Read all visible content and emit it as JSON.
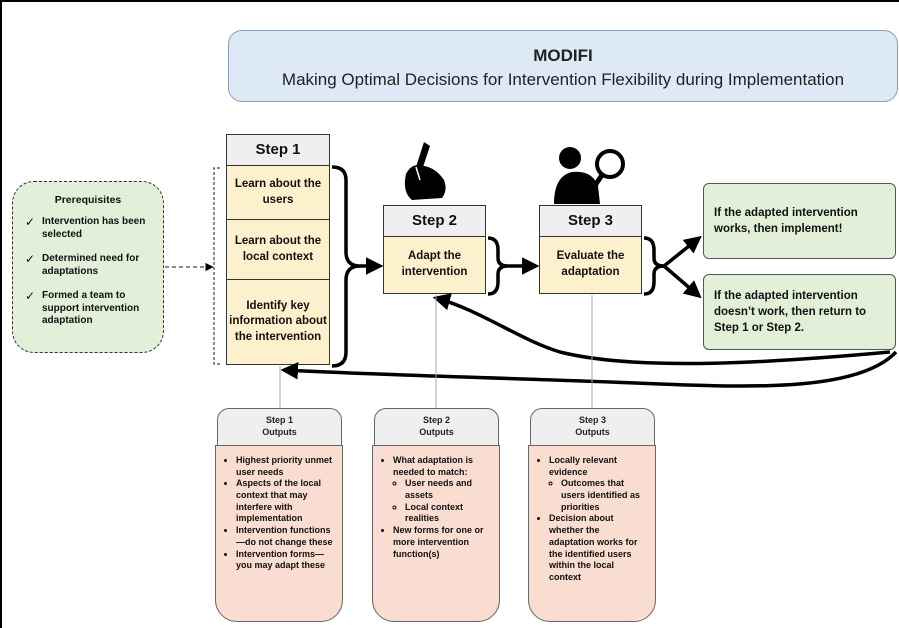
{
  "title": {
    "acronym": "MODIFI",
    "subtitle": "Making Optimal Decisions for Intervention  Flexibility during Implementation"
  },
  "prerequisites": {
    "title": "Prerequisites",
    "items": [
      "Intervention has been selected",
      "Determined need for adaptations",
      "Formed a team to support intervention adaptation"
    ]
  },
  "steps": [
    {
      "label": "Step 1",
      "body": [
        "Learn about the users",
        "Learn about the local context",
        "Identify key information about the intervention"
      ]
    },
    {
      "label": "Step 2",
      "body": [
        "Adapt the intervention"
      ]
    },
    {
      "label": "Step 3",
      "body": [
        "Evaluate the adaptation"
      ]
    }
  ],
  "outcomes": {
    "works": "If the adapted intervention works, then implement!",
    "not_works": "If the adapted intervention doesn’t work, then return to Step 1 or Step 2."
  },
  "outputs": [
    {
      "title": "Step 1\nOutputs",
      "items": [
        {
          "text": "Highest priority unmet user needs"
        },
        {
          "text": "Aspects of the local context that may interfere with implementation"
        },
        {
          "text": "Intervention functions—do not change these"
        },
        {
          "text": "Intervention forms—you may adapt these"
        }
      ]
    },
    {
      "title": "Step 2\nOutputs",
      "items": [
        {
          "text": "What adaptation is needed to match:",
          "sub": [
            "User needs and assets",
            "Local context realities"
          ]
        },
        {
          "text": "New forms for one or more intervention function(s)"
        }
      ]
    },
    {
      "title": "Step 3\nOutputs",
      "items": [
        {
          "text": "Locally relevant evidence",
          "sub": [
            "Outcomes that users identified as priorities"
          ]
        },
        {
          "text": "Decision about whether the adaptation works for the identified users within the local context"
        }
      ]
    }
  ],
  "icons": {
    "step2": "hand-writing-icon",
    "step3": "magnifying-person-icon"
  },
  "colors": {
    "title_bg": "#dde9f5",
    "step_body": "#fdf0cc",
    "outcome_bg": "#e2efd9",
    "output_body": "#f8ddd0",
    "step_head": "#efefef"
  }
}
